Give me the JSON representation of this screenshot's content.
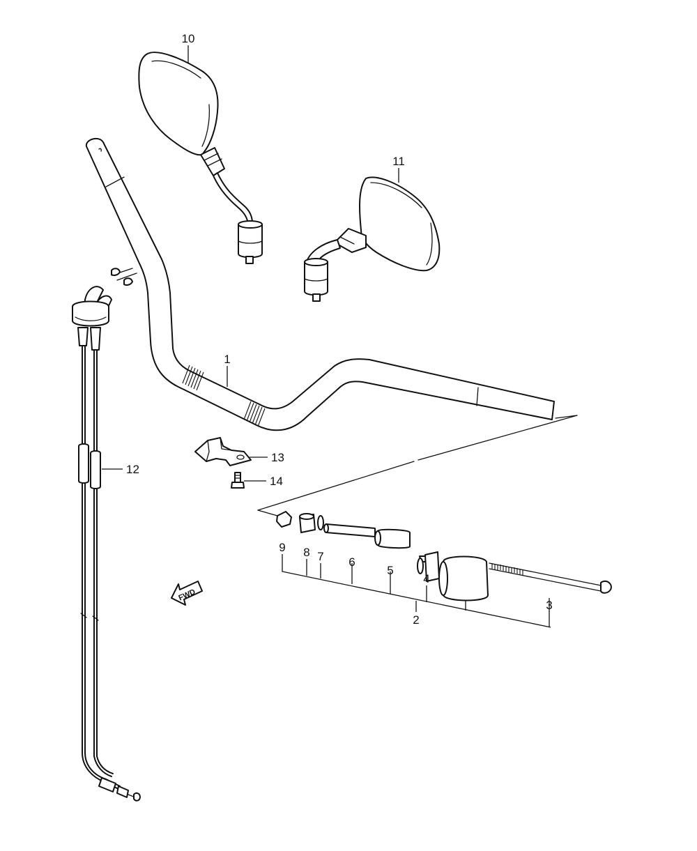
{
  "callouts": {
    "c1": "1",
    "c2": "2",
    "c3": "3",
    "c4": "4",
    "c5": "5",
    "c6": "6",
    "c7": "7",
    "c8": "8",
    "c9": "9",
    "c10": "10",
    "c11": "11",
    "c12": "12",
    "c13": "13",
    "c14": "14"
  },
  "fwd_label": "FWD",
  "colors": {
    "line": "#111111",
    "background": "#ffffff"
  },
  "icons": {
    "direction": "forward-arrow-icon"
  }
}
